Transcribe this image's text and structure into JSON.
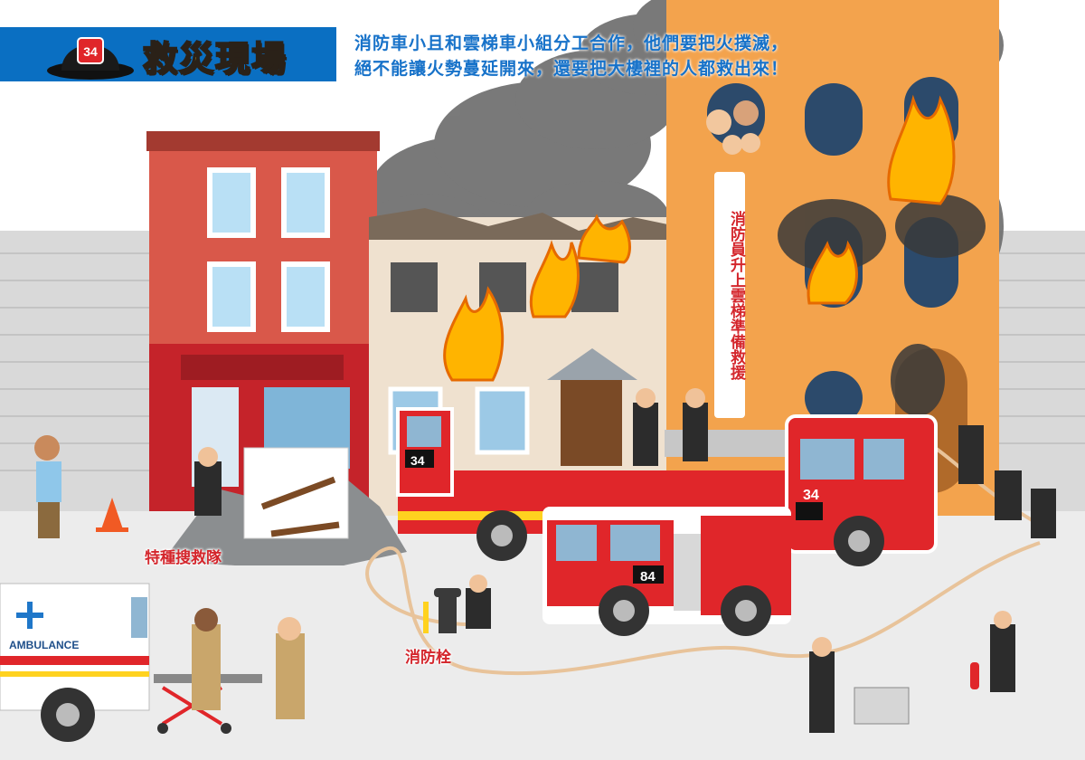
{
  "header": {
    "helmet_number": "34",
    "title": "救災現場",
    "intro_line1": "消防車小且和雲梯車小組分工合作，他們要把火撲滅，",
    "intro_line2": "絕不能讓火勢蔓延開來，還要把大樓裡的人都救出來！"
  },
  "labels": {
    "ladder_caption": "消防員升上雲梯準備救援",
    "rescue_team": "特種搜救隊",
    "hydrant": "消防栓"
  },
  "vehicles": {
    "ladder_truck_number": "34",
    "ladder_cab_number": "34",
    "engine_number": "84",
    "ambulance_text": "AMBULANCE"
  },
  "colors": {
    "banner_blue": "#0a6fc2",
    "title_yellow": "#ffd21f",
    "text_blue": "#1772c9",
    "label_red": "#d4262c",
    "fire_red": "#e0262a"
  }
}
